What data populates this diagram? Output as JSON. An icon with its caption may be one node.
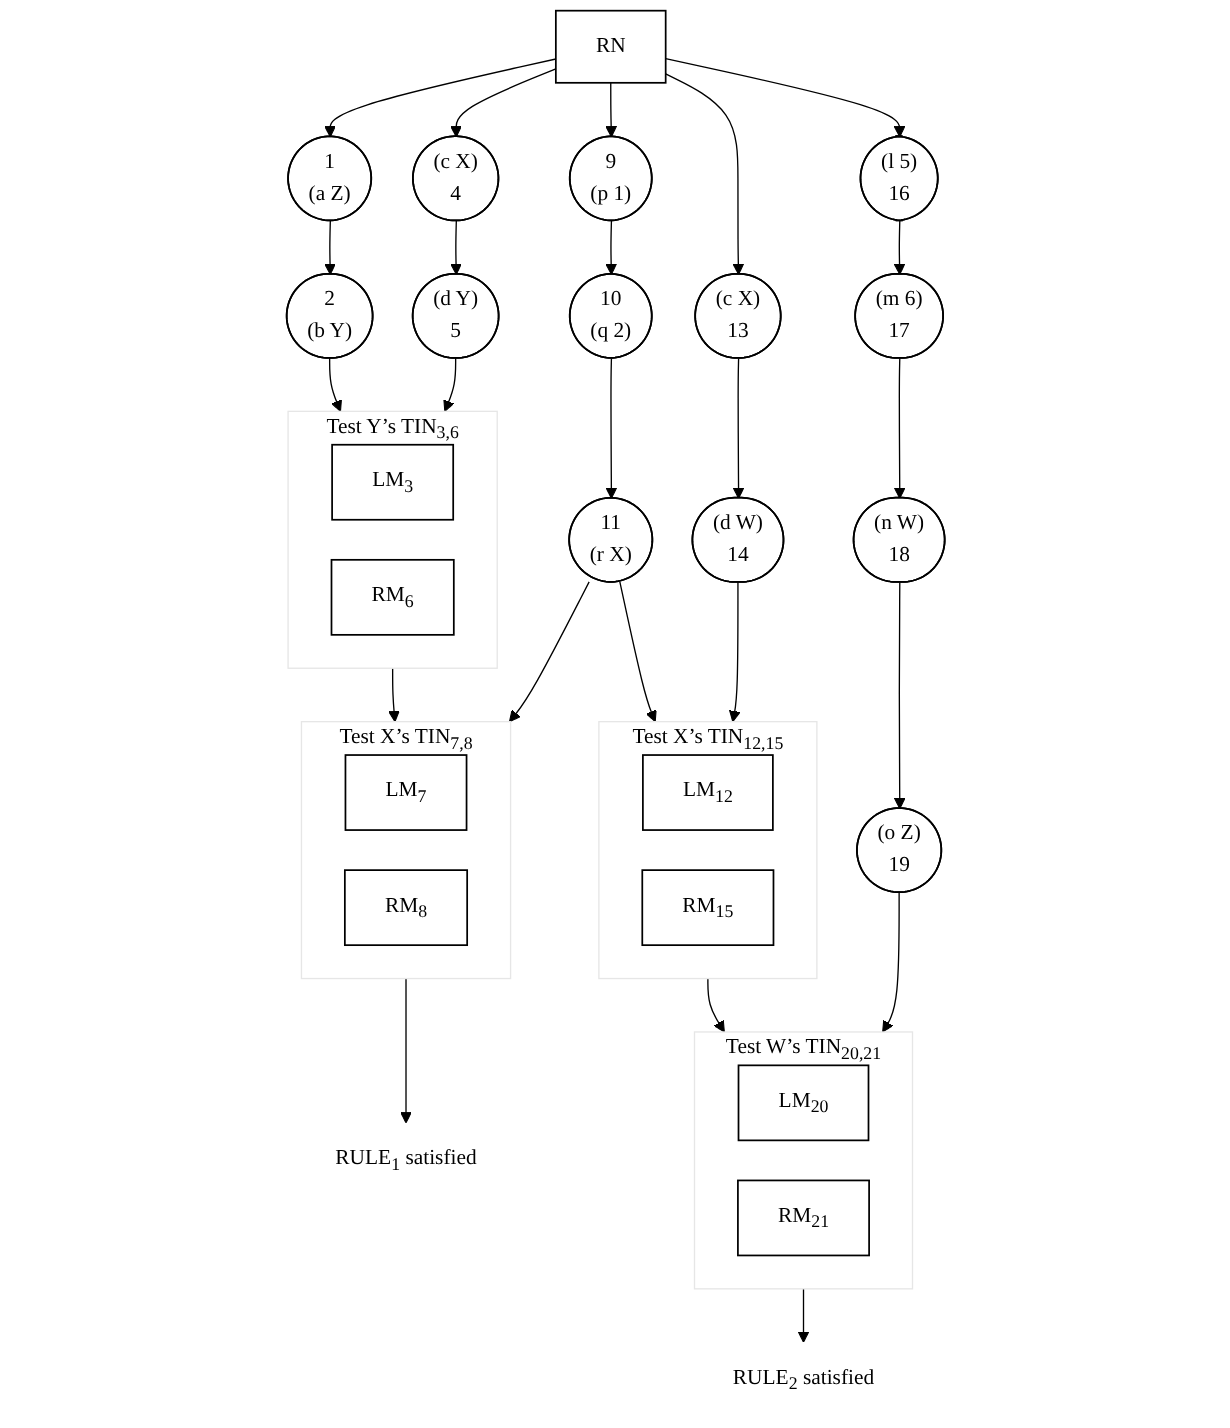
{
  "diagram": {
    "nodes": [
      {
        "text": [
          "RN"
        ]
      },
      {
        "text": [
          "1",
          "(a Z)"
        ]
      },
      {
        "text": [
          "(c X)",
          "4"
        ]
      },
      {
        "text": [
          "9",
          "(p 1)"
        ]
      },
      {
        "text": [
          "(c X)",
          "13"
        ]
      },
      {
        "text": [
          "(l 5)",
          "16"
        ]
      },
      {
        "text": [
          "2",
          "(b Y)"
        ]
      },
      {
        "text": [
          "(d Y)",
          "5"
        ]
      },
      {
        "text": [
          "10",
          "(q 2)"
        ]
      },
      {
        "text": [
          "(d W)",
          "14"
        ]
      },
      {
        "text": [
          "(m 6)",
          "17"
        ]
      },
      {
        "text": [
          "Test Y’s"
        ],
        "beside": [
          "TIN$_{3,6}$"
        ]
      },
      {
        "text": [
          "LM$_{3}$"
        ],
        "in": 11
      },
      {
        "text": [
          "RM$_{6}$"
        ],
        "in": 11
      },
      {
        "text": [
          "11",
          "(r X)"
        ]
      },
      {
        "text": [
          "(n W)",
          "18"
        ]
      },
      {
        "text": [
          "Test X’s"
        ],
        "beside": [
          "TIN$_{12,15}$"
        ]
      },
      {
        "text": [
          "LM$_{12}$"
        ],
        "in": 16
      },
      {
        "text": [
          "RM$_{15}$"
        ],
        "in": 16
      },
      {
        "text": [
          "(o Z)",
          "19"
        ]
      },
      {
        "text": [
          "Test X’s"
        ],
        "beside": [
          "TIN$_{7,8}$"
        ]
      },
      {
        "text": [
          "LM$_{7}$"
        ],
        "in": 20
      },
      {
        "text": [
          "RM$_{8}$"
        ],
        "in": 20
      },
      {
        "text": [
          "Test W’s"
        ],
        "beside": [
          "TIN$_{20,21}$"
        ]
      },
      {
        "text": [
          "LM$_{20}$"
        ],
        "in": 23
      },
      {
        "text": [
          "RM$_{21}$"
        ],
        "in": 23
      },
      {
        "text": [
          "RULE$_{1}$ satisfied"
        ]
      },
      {
        "text": [
          "RULE$_{2}$ satisfied"
        ]
      }
    ],
    "edges": [
      {
        "from": 0,
        "to": 1,
        "arrow": "to"
      },
      {
        "from": 0,
        "to": 2,
        "arrow": "to"
      },
      {
        "from": 0,
        "to": 3,
        "arrow": "to"
      },
      {
        "from": 0,
        "to": 4,
        "arrow": "to"
      },
      {
        "from": 0,
        "to": 5,
        "arrow": "to"
      },
      {
        "from": 1,
        "to": 6,
        "arrow": "to"
      },
      {
        "from": 2,
        "to": 7,
        "arrow": "to"
      },
      {
        "from": 3,
        "to": 8,
        "arrow": "to"
      },
      {
        "from": 4,
        "to": 9,
        "arrow": "to"
      },
      {
        "from": 5,
        "to": 10,
        "arrow": "to"
      },
      {
        "from": 6,
        "to": 11,
        "arrow": "to"
      },
      {
        "from": 7,
        "to": 11,
        "arrow": "to"
      },
      {
        "from": 8,
        "to": 14,
        "arrow": "to"
      },
      {
        "from": 14,
        "to": 20,
        "arrow": "to"
      },
      {
        "from": 14,
        "to": 16,
        "arrow": "to"
      },
      {
        "from": 9,
        "to": 16,
        "arrow": "to"
      },
      {
        "from": 10,
        "to": 15,
        "arrow": "to"
      },
      {
        "from": 15,
        "to": 19,
        "arrow": "to"
      },
      {
        "from": 11,
        "to": 20,
        "arrow": "to"
      },
      {
        "from": 16,
        "to": 23,
        "arrow": "to"
      },
      {
        "from": 19,
        "to": 23,
        "arrow": "to"
      },
      {
        "from": 20,
        "to": 26,
        "arrow": "to"
      },
      {
        "from": 23,
        "to": 27,
        "arrow": "to"
      }
    ]
  }
}
